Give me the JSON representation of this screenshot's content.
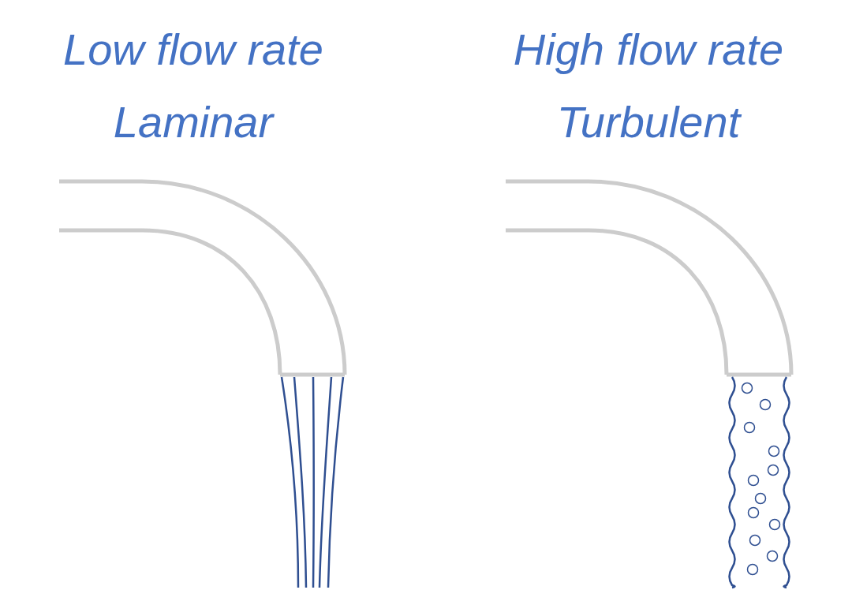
{
  "diagram": {
    "labels": [
      "Low flow rate",
      "Laminar",
      "High flow rate",
      "Turbulent"
    ]
  }
}
